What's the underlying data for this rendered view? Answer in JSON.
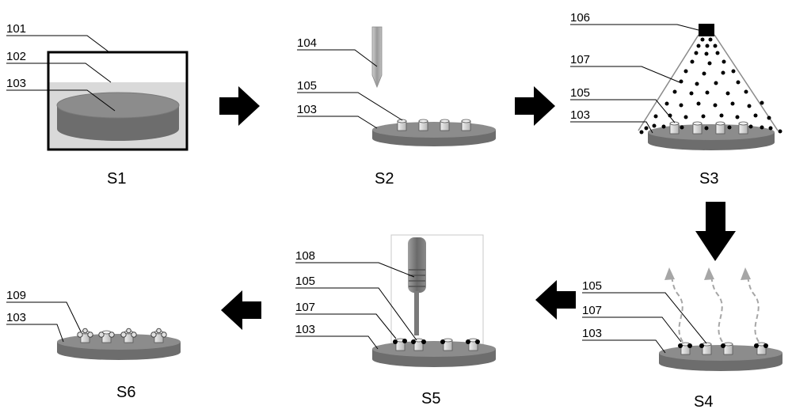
{
  "steps": {
    "s1": "S1",
    "s2": "S2",
    "s3": "S3",
    "s4": "S4",
    "s5": "S5",
    "s6": "S6"
  },
  "labels": {
    "l101": "101",
    "l102": "102",
    "l103": "103",
    "l104": "104",
    "l105": "105",
    "l106": "106",
    "l107": "107",
    "l108": "108",
    "l109": "109"
  },
  "colors": {
    "disk_top": "#8a8a8a",
    "disk_side": "#6d6d6d",
    "solution": "#d9d9d9",
    "arrow": "#000000",
    "vapor": "#a6a6a6",
    "post": "#dcdcdc"
  }
}
